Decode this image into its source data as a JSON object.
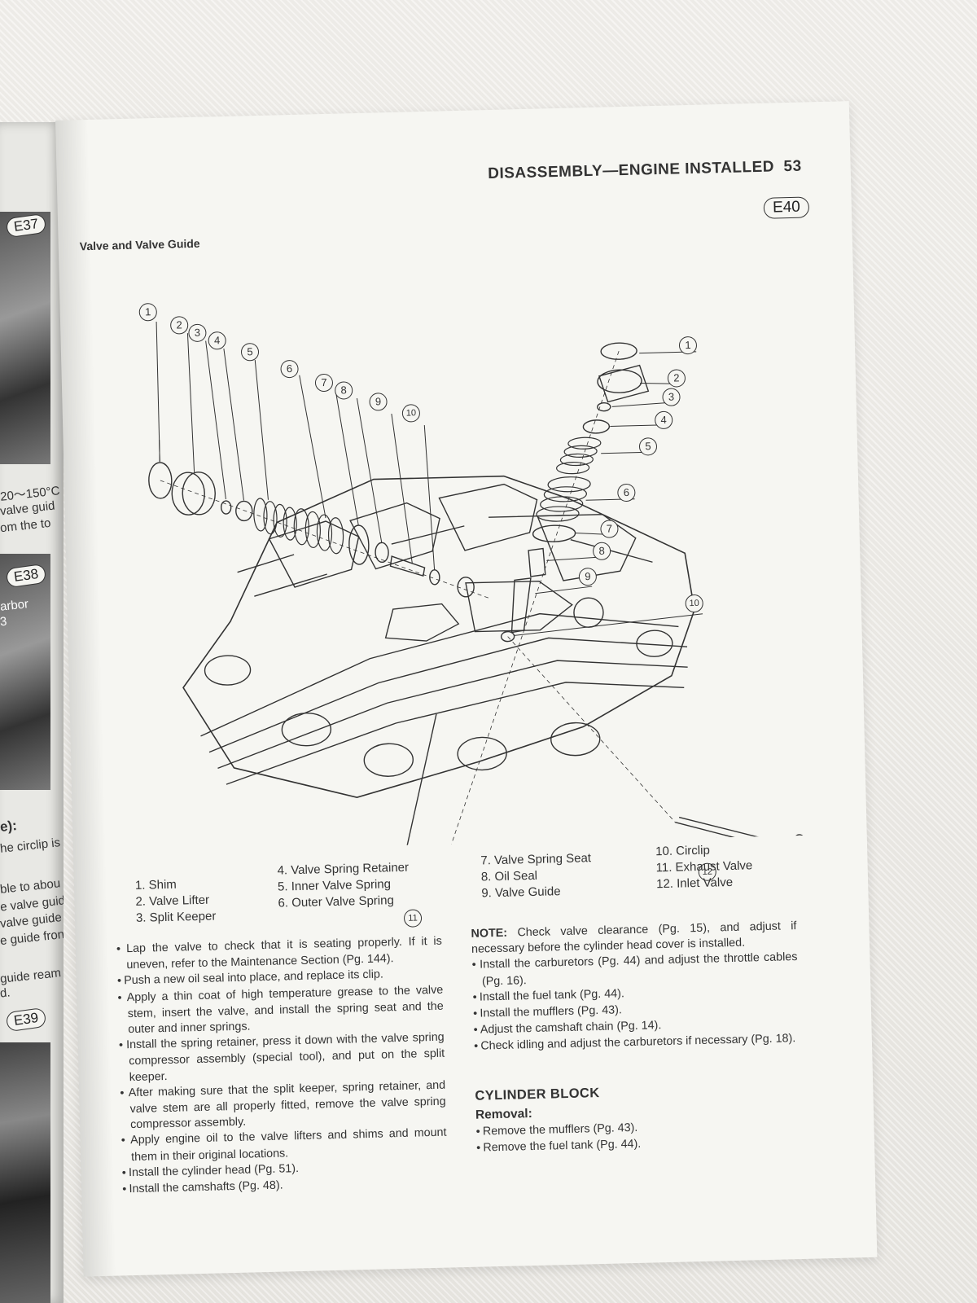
{
  "left_page": {
    "badges": [
      "E37",
      "E38",
      "E39"
    ],
    "fragments": [
      "20～150°C",
      "valve guid",
      "om the to",
      "arbor",
      "3",
      "e):",
      "he circlip is",
      "ble to abou",
      "e valve guide",
      "valve guide",
      "e guide fron",
      "guide ream",
      "d."
    ]
  },
  "header": {
    "title": "DISASSEMBLY—ENGINE  INSTALLED",
    "page_number": "53",
    "figure": "E40"
  },
  "section_title": "Valve and Valve Guide",
  "callouts": [
    "1",
    "2",
    "3",
    "4",
    "5",
    "6",
    "7",
    "8",
    "9",
    "10",
    "11",
    "12"
  ],
  "parts_list": [
    [
      "1.  Shim",
      "2.  Valve Lifter",
      "3.  Split Keeper"
    ],
    [
      "4.  Valve Spring Retainer",
      "5.  Inner Valve Spring",
      "6.  Outer Valve Spring"
    ],
    [
      "7.  Valve Spring Seat",
      "8.  Oil Seal",
      "9.  Valve Guide"
    ],
    [
      "10.  Circlip",
      "11.  Exhaust Valve",
      "12.  Inlet Valve"
    ]
  ],
  "left_instructions": [
    "Lap the valve to check that it is seating properly. If it is uneven, refer to the Maintenance Section (Pg. 144).",
    "Push a new oil seal into place, and replace its clip.",
    "Apply a thin coat of high temperature grease to the valve stem, insert the valve, and install the spring seat and the outer and inner springs.",
    "Install the spring retainer, press it down with the valve spring compressor assembly (special tool), and put on the split keeper.",
    "After making sure that the split keeper, spring retainer, and valve stem are all properly fitted, remove the valve spring compressor assembly.",
    "Apply engine oil to the valve lifters and shims and mount them in their original locations.",
    "Install the cylinder head (Pg. 51).",
    "Install the camshafts (Pg. 48)."
  ],
  "note": {
    "label": "NOTE:",
    "text": "Check valve clearance (Pg. 15), and adjust if necessary before the cylinder head cover is installed."
  },
  "right_instructions": [
    "Install the carburetors (Pg. 44) and adjust the throttle cables (Pg. 16).",
    "Install the fuel tank (Pg. 44).",
    "Install the mufflers (Pg. 43).",
    "Adjust the camshaft chain (Pg. 14).",
    "Check idling and adjust the carburetors if necessary (Pg. 18)."
  ],
  "cylinder_block": {
    "title": "CYLINDER BLOCK",
    "subtitle": "Removal:",
    "steps": [
      "Remove the mufflers (Pg.  43).",
      "Remove the fuel tank (Pg.  44)."
    ]
  }
}
